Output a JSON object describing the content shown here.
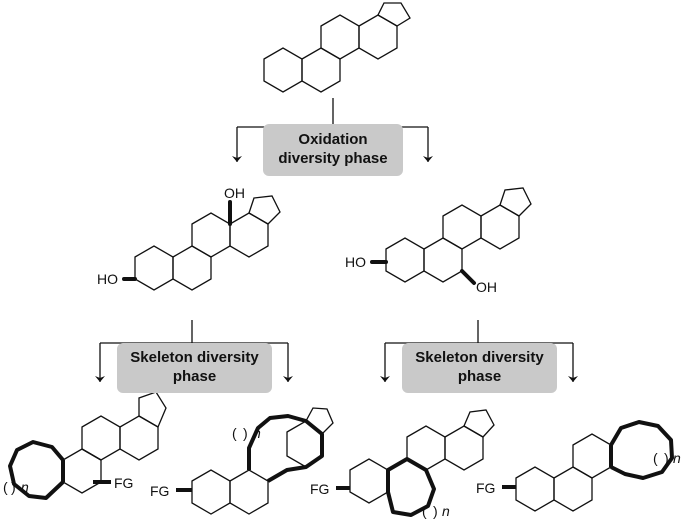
{
  "phases": {
    "oxidation": {
      "line1": "Oxidation",
      "line2": "diversity phase"
    },
    "skeleton": {
      "line1": "Skeleton diversity",
      "line2": "phase"
    }
  },
  "labels": {
    "oh": "OH",
    "ho": "HO",
    "fg": "FG",
    "ring_size_var": "n",
    "paren_open": "(",
    "paren_close": ")"
  },
  "colors": {
    "box_fill": "#c9c9c9",
    "stroke": "#111111"
  }
}
